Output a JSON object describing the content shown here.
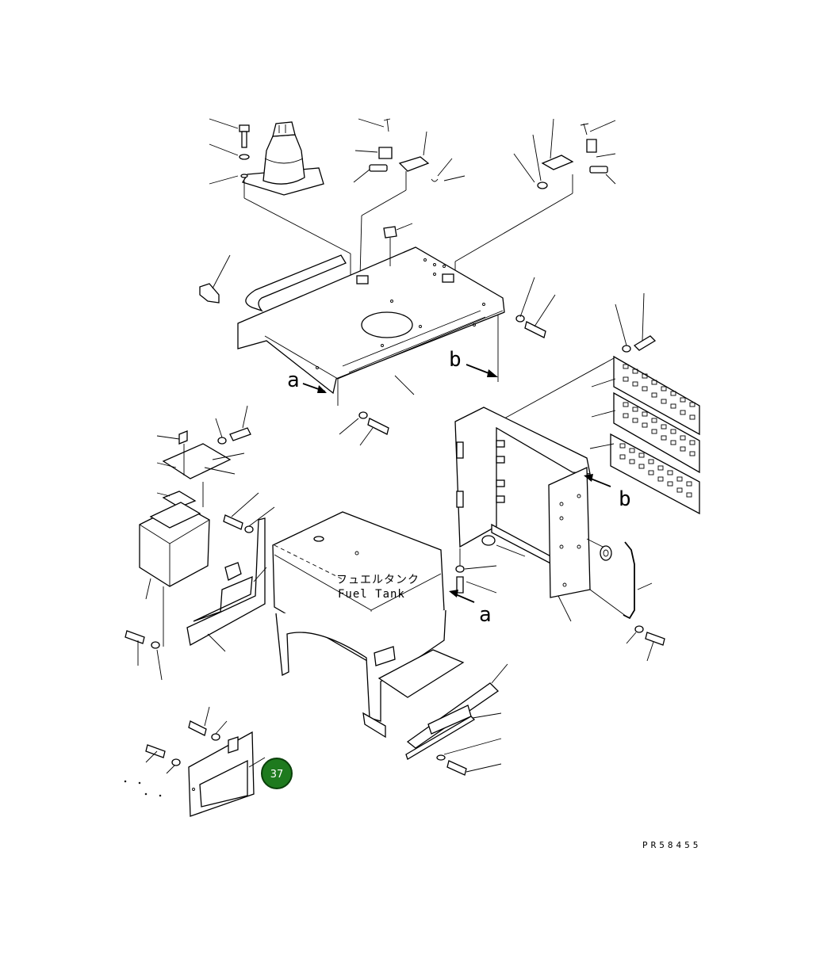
{
  "diagram": {
    "drawing_code": "PR58455",
    "view_markers": {
      "a": "a",
      "b": "b"
    },
    "fuel_tank_label_jp": "フュエルタンク",
    "fuel_tank_label_en": "Fuel Tank",
    "callout_badge": {
      "number": "37",
      "color": "#1e7a1e"
    }
  }
}
